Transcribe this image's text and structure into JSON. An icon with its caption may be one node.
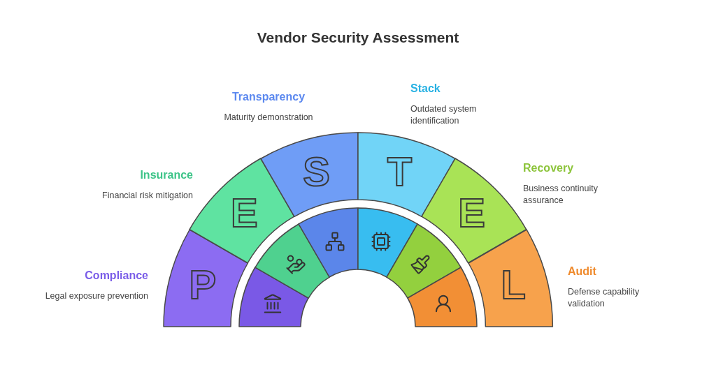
{
  "diagram": {
    "title": "Vendor Security Assessment",
    "nodes": [
      {
        "text": [
          "P"
        ],
        "beside": [
          "Compliance",
          "Legal exposure prevention"
        ]
      },
      {
        "text": [
          "E"
        ],
        "beside": [
          "Insurance",
          "Financial risk mitigation"
        ]
      },
      {
        "text": [
          "S"
        ],
        "beside": [
          "Transparency",
          "Maturity demonstration"
        ]
      },
      {
        "text": [
          "T"
        ],
        "beside": [
          "Stack",
          "Outdated system identification"
        ]
      },
      {
        "text": [
          "E"
        ],
        "beside": [
          "Recovery",
          "Business continuity assurance"
        ]
      },
      {
        "text": [
          "L"
        ],
        "beside": [
          "Audit",
          "Defense capability validation"
        ]
      },
      {
        "text": [],
        "shape": "picture"
      },
      {
        "text": [],
        "shape": "picture"
      },
      {
        "text": [],
        "shape": "picture"
      },
      {
        "text": [],
        "shape": "picture"
      },
      {
        "text": [],
        "shape": "picture"
      },
      {
        "text": [],
        "shape": "picture"
      }
    ],
    "edges": []
  }
}
